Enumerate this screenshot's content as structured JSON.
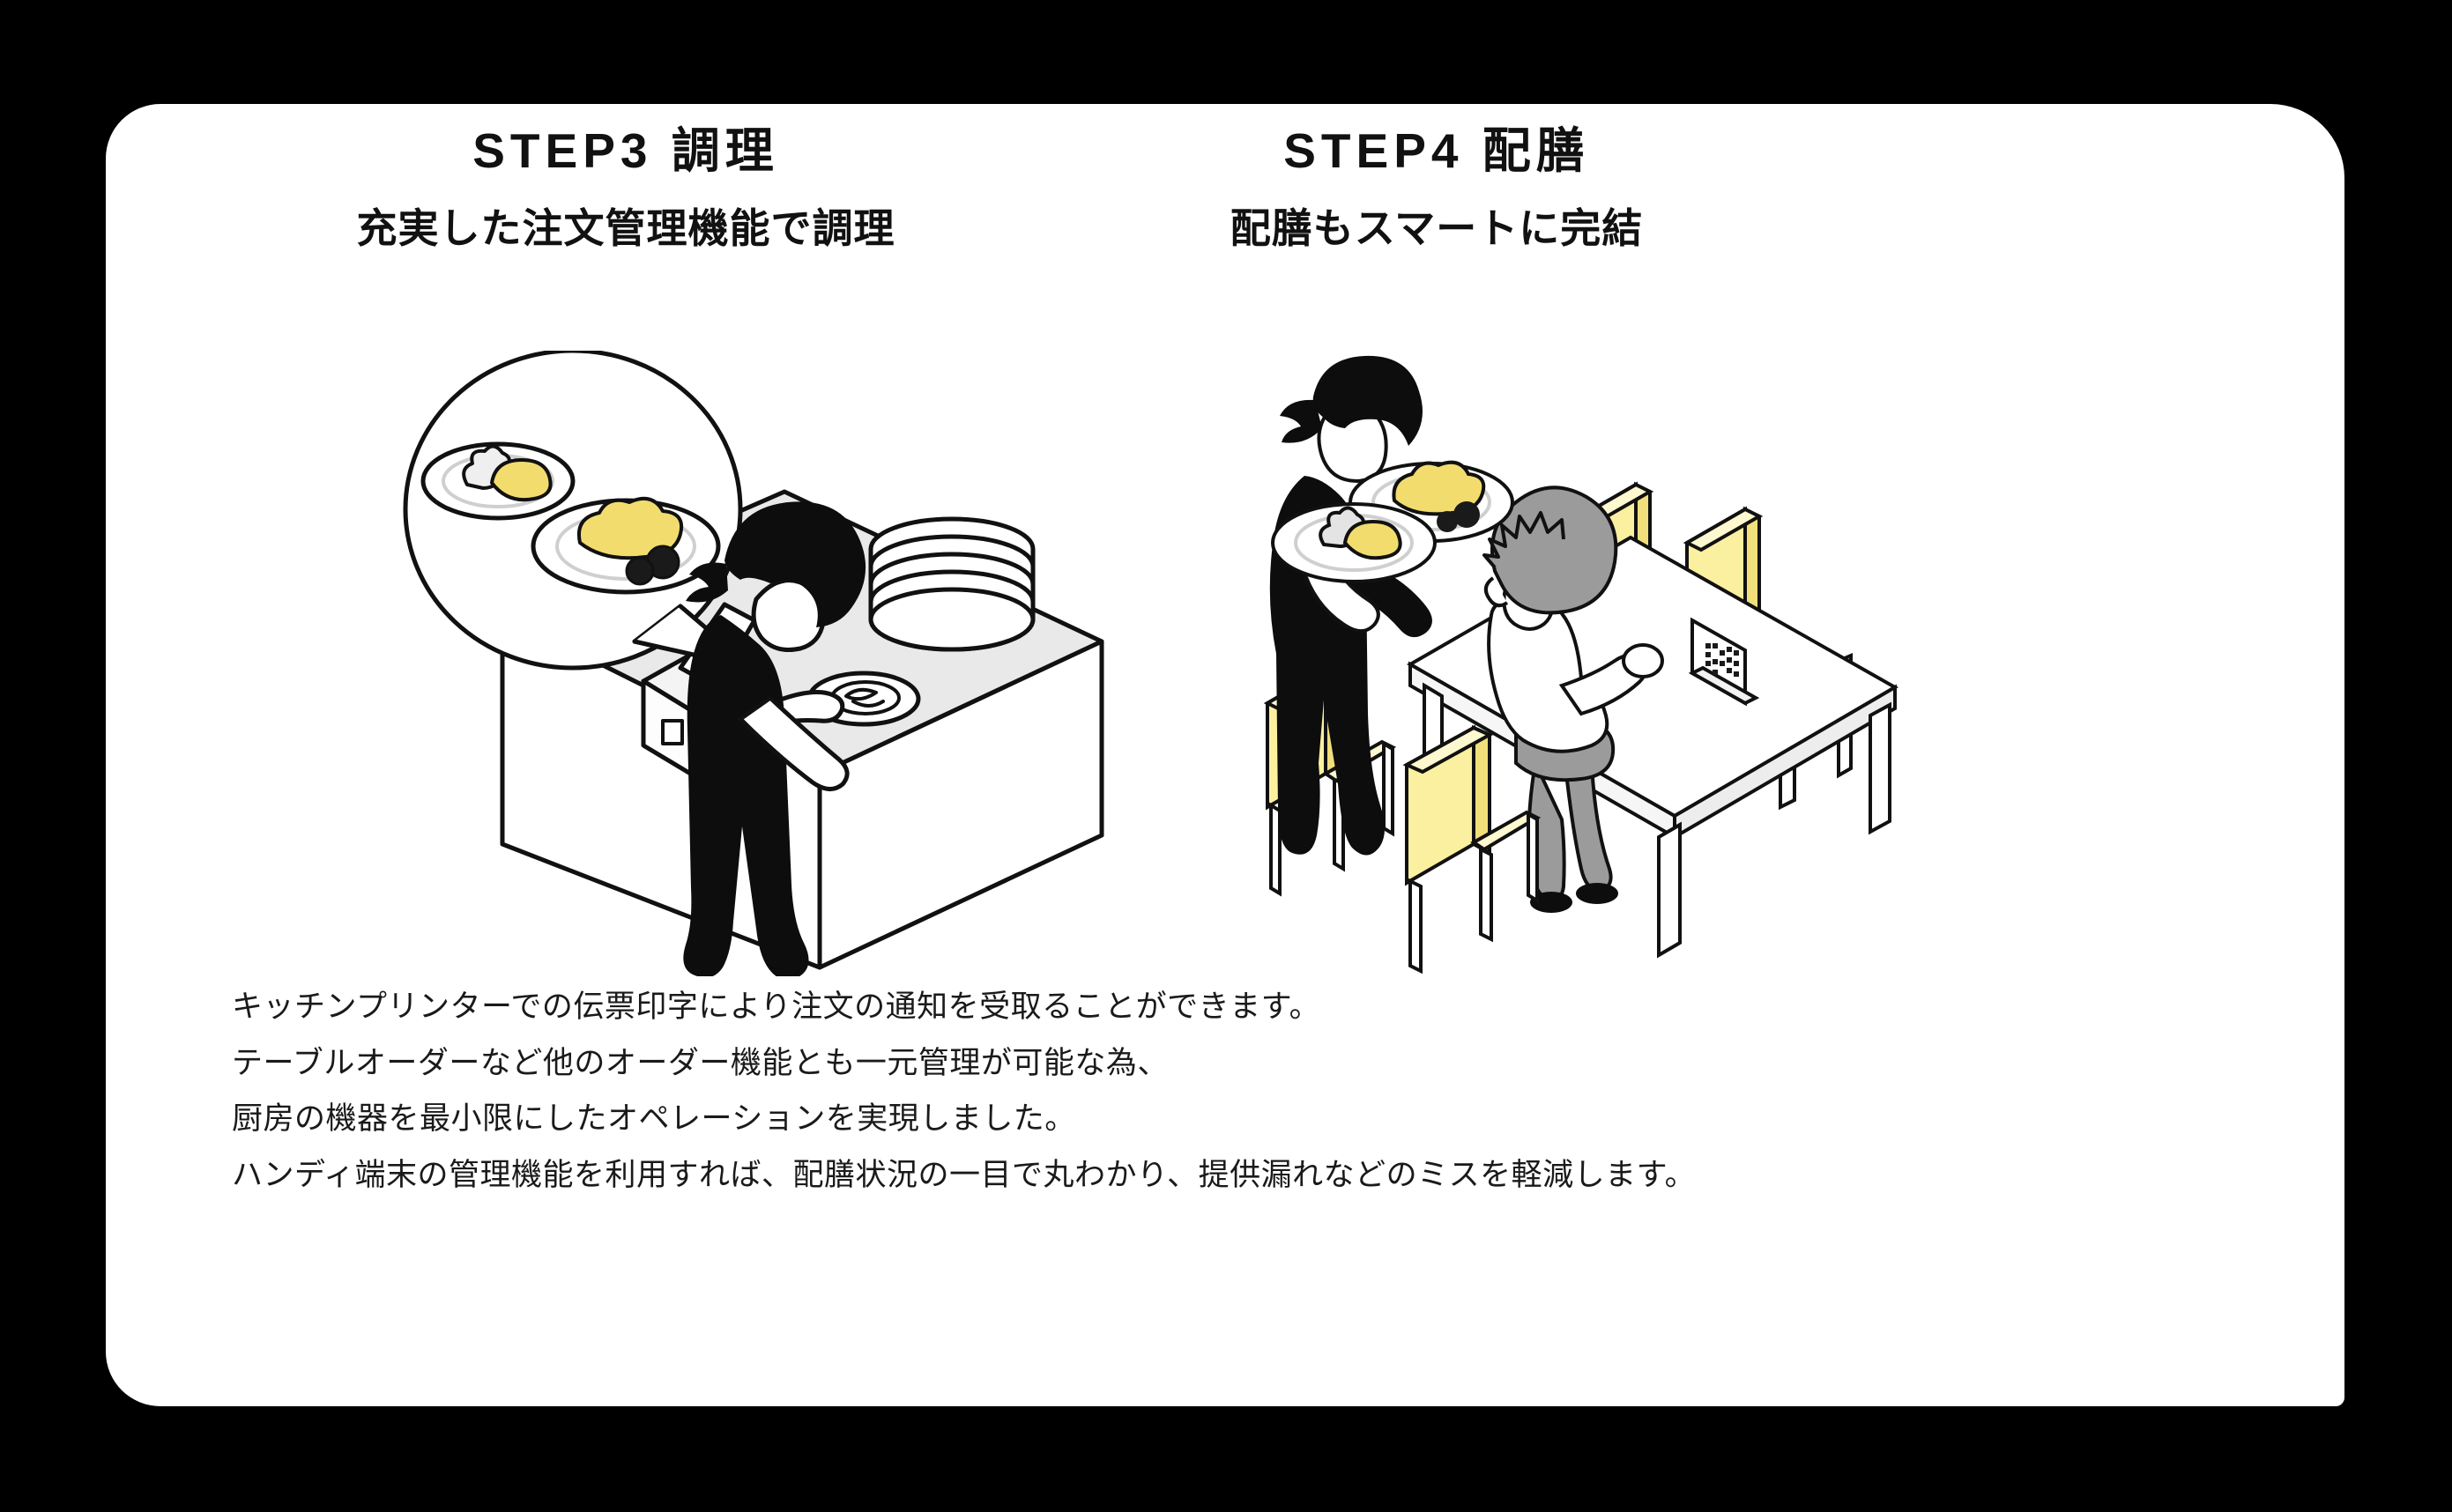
{
  "canvas": {
    "background_color": "#000000",
    "card_color": "#ffffff"
  },
  "palette": {
    "accent_yellow": "#faf09f",
    "food_yellow": "#f2dc6e",
    "ink_black": "#111111",
    "counter_gray": "#e8e8e8",
    "hair_gray": "#9b9b9b"
  },
  "steps": [
    {
      "id": "step3",
      "title": "STEP3 調理",
      "subtitle": "充実した注文管理機能で調理",
      "illustration": {
        "name": "kitchen-cooking-illustration",
        "elements": [
          "speech-bubble",
          "plate-omurice-small",
          "plate-omurice-large",
          "kitchen-printer",
          "receipt-slip",
          "stacked-plates",
          "chef-figure",
          "frying-pan",
          "kitchen-counter"
        ]
      }
    },
    {
      "id": "step4",
      "title": "STEP4 配膳",
      "subtitle": "配膳もスマートに完結",
      "illustration": {
        "name": "serving-table-illustration",
        "elements": [
          "waiter-figure",
          "plate-in-hand-left",
          "plate-in-hand-right",
          "dining-table",
          "qr-code-stand",
          "seated-customer",
          "chair-yellow-1",
          "chair-yellow-2",
          "chair-yellow-3",
          "chair-yellow-4"
        ]
      }
    }
  ],
  "body_copy": {
    "lines": [
      "キッチンプリンターでの伝票印字により注文の通知を受取ることができます。",
      "テーブルオーダーなど他のオーダー機能とも一元管理が可能な為、",
      "厨房の機器を最小限にしたオペレーションを実現しました。",
      "ハンディ端末の管理機能を利用すれば、配膳状況の一目で丸わかり、提供漏れなどのミスを軽減します。"
    ]
  }
}
